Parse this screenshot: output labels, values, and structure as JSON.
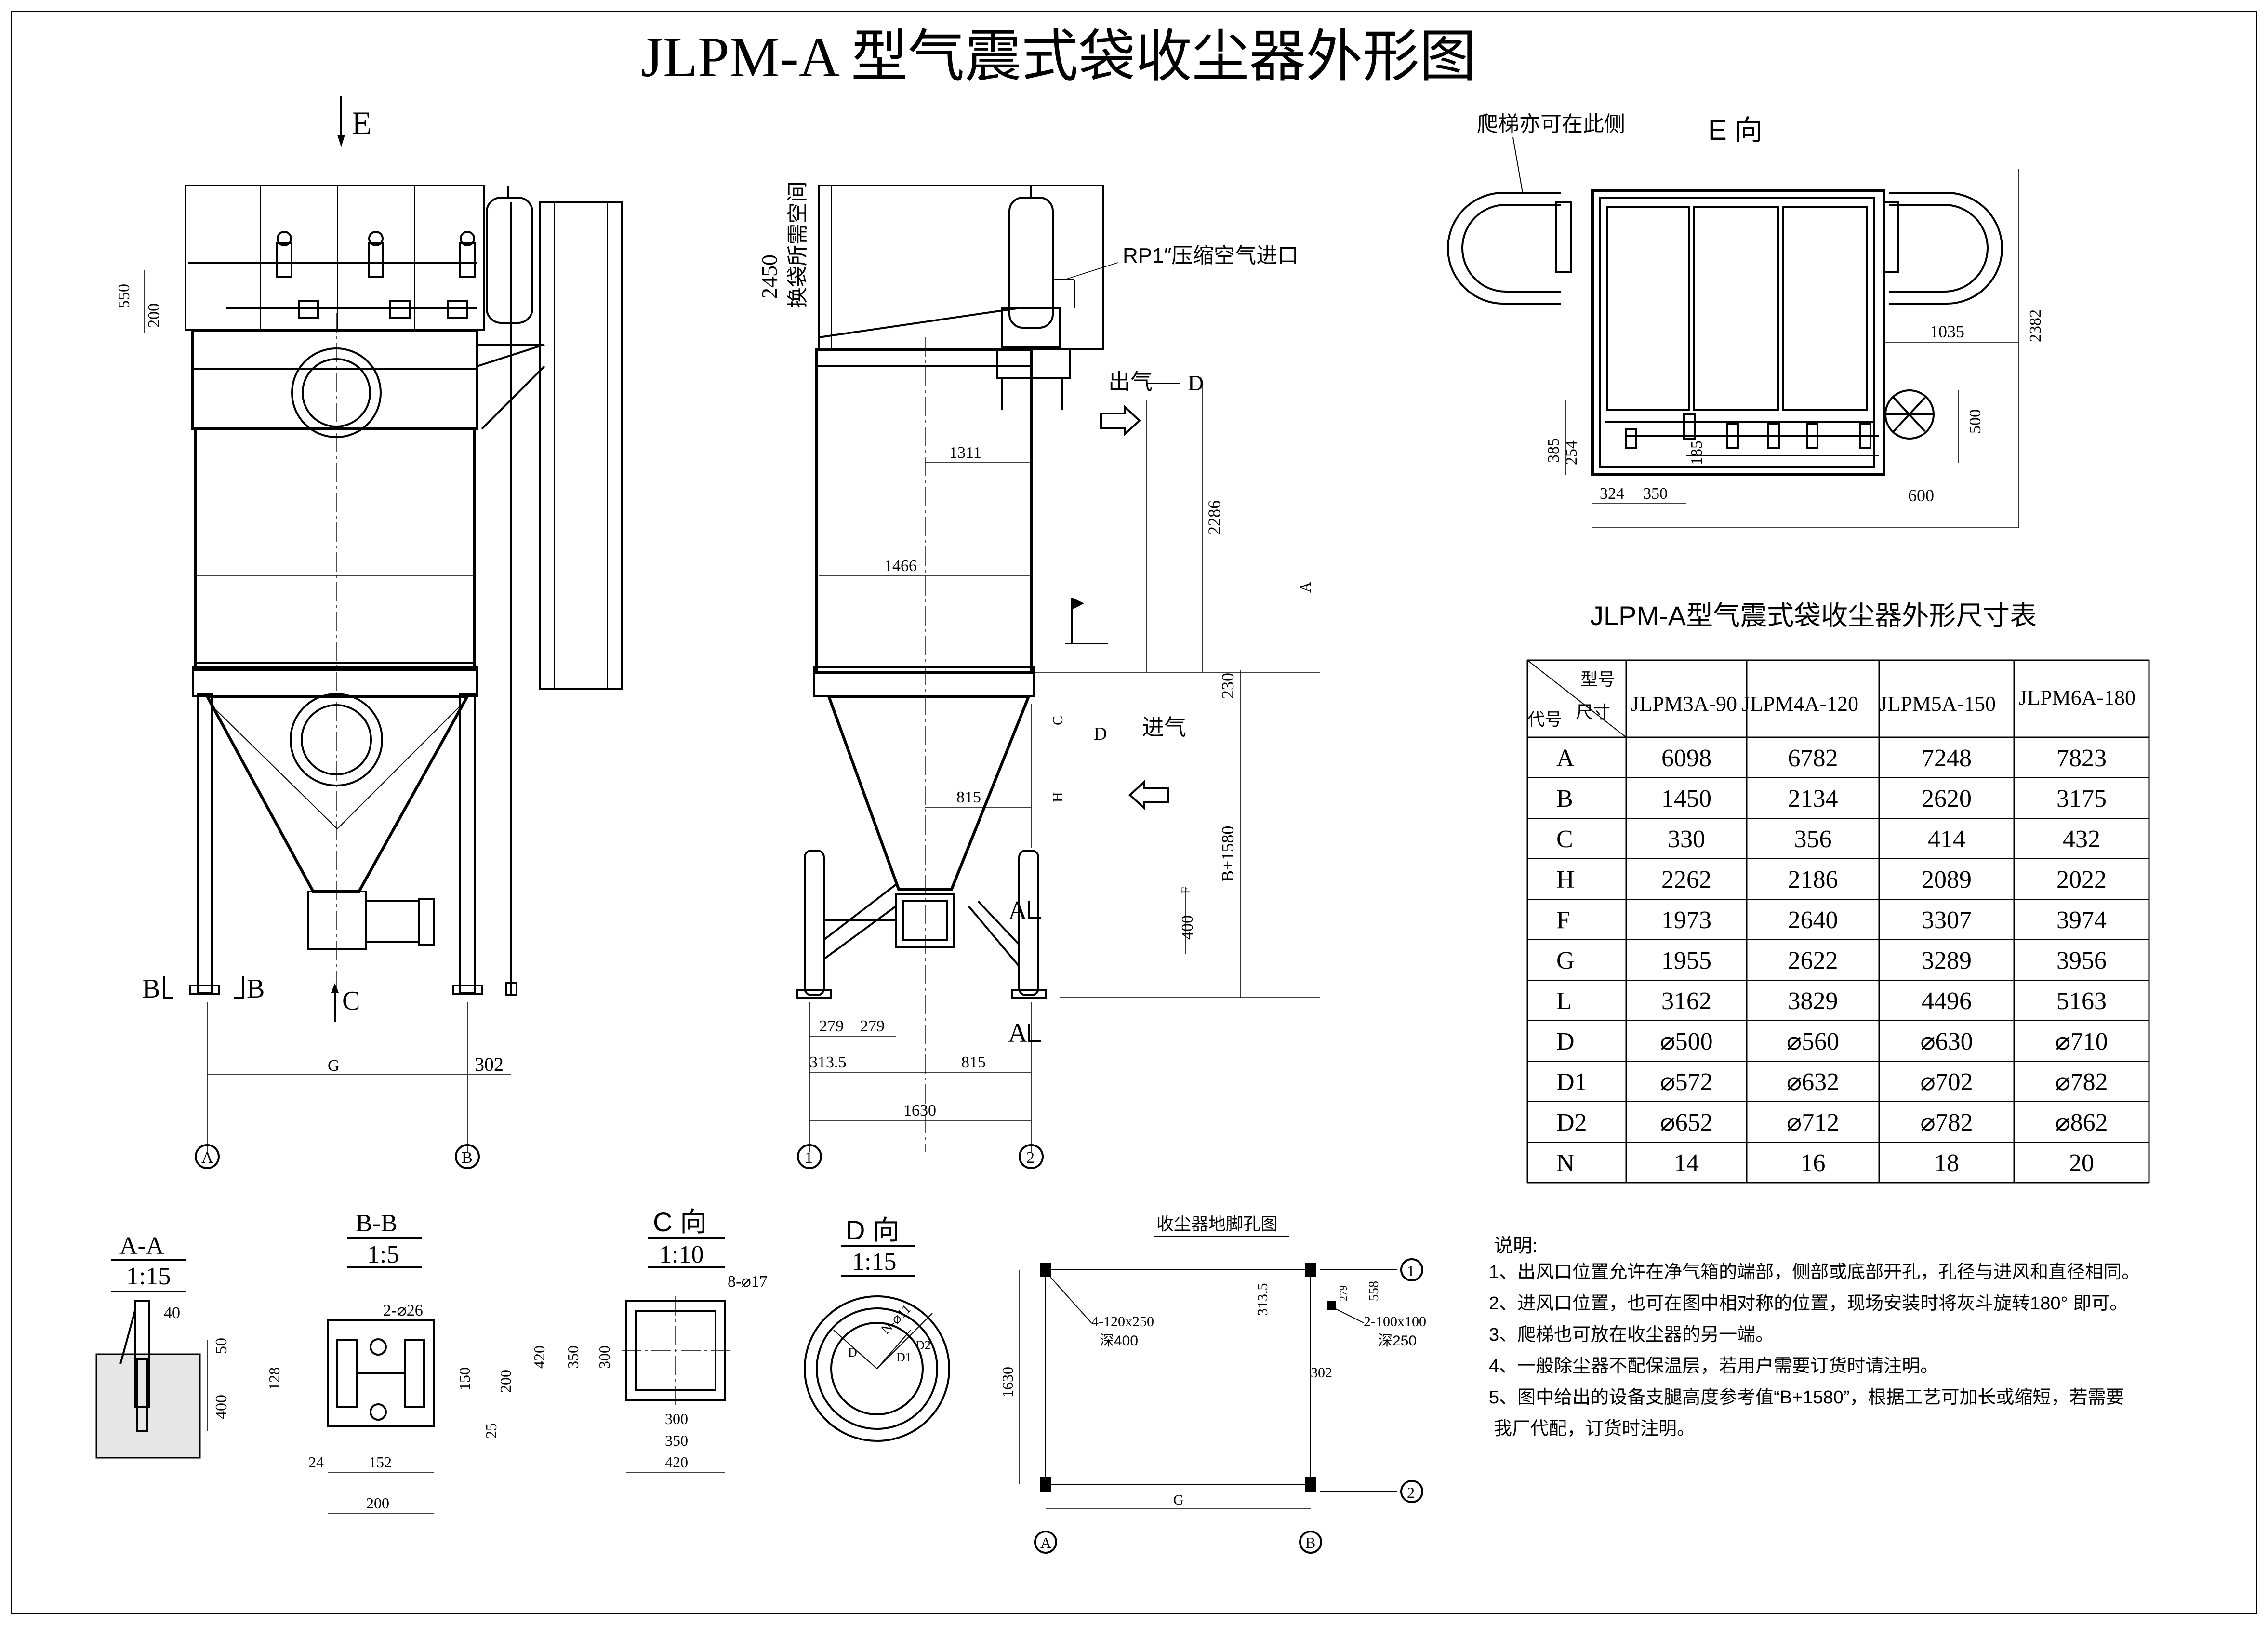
{
  "title": "JLPM-A  型气震式袋收尘器外形图",
  "front_view": {
    "view_e_arrow": "E",
    "dim_550": "550",
    "dim_200": "200",
    "dim_g": "G",
    "dim_302": "302",
    "section_b_left": "B",
    "section_b_right": "B",
    "view_c_arrow": "C",
    "axis_a": "A",
    "axis_b": "B"
  },
  "side_view": {
    "bag_space_value": "2450",
    "bag_space_label": "换袋所需空间",
    "compressed_air": "RP1″压缩空气进口",
    "outlet_label": "出气",
    "outlet_d": "D",
    "dim_1311": "1311",
    "dim_1466": "1466",
    "dim_2286": "2286",
    "dim_230": "230",
    "dim_a": "A",
    "dim_c": "C",
    "dim_h": "H",
    "inlet_d": "D",
    "inlet_label": "进气",
    "dim_815_upper": "815",
    "dim_b1580": "B+1580",
    "dim_400": "400",
    "dim_f": "F",
    "section_a_upper": "A",
    "section_a_lower": "A",
    "dim_279_left": "279",
    "dim_279_right": "279",
    "dim_313_5": "313.5",
    "dim_815_lower": "815",
    "dim_1630": "1630",
    "axis_1": "1",
    "axis_2": "2"
  },
  "e_view": {
    "ladder_note": "爬梯亦可在此侧",
    "title": "E 向",
    "dim_1035": "1035",
    "dim_l": "2382",
    "dim_500": "500",
    "dim_385": "385",
    "dim_254": "254",
    "dim_185": "185",
    "dim_324": "324",
    "dim_350": "350",
    "dim_600": "600"
  },
  "table": {
    "title": "JLPM-A型气震式袋收尘器外形尺寸表",
    "corner_model": "型号",
    "corner_size": "尺寸",
    "corner_code": "代号",
    "columns": [
      "JLPM3A-90",
      "JLPM4A-120",
      "JLPM5A-150",
      "JLPM6A-180"
    ],
    "rows": [
      {
        "code": "A",
        "values": [
          "6098",
          "6782",
          "7248",
          "7823"
        ]
      },
      {
        "code": "B",
        "values": [
          "1450",
          "2134",
          "2620",
          "3175"
        ]
      },
      {
        "code": "C",
        "values": [
          "330",
          "356",
          "414",
          "432"
        ]
      },
      {
        "code": "H",
        "values": [
          "2262",
          "2186",
          "2089",
          "2022"
        ]
      },
      {
        "code": "F",
        "values": [
          "1973",
          "2640",
          "3307",
          "3974"
        ]
      },
      {
        "code": "G",
        "values": [
          "1955",
          "2622",
          "3289",
          "3956"
        ]
      },
      {
        "code": "L",
        "values": [
          "3162",
          "3829",
          "4496",
          "5163"
        ]
      },
      {
        "code": "D",
        "values": [
          "⌀500",
          "⌀560",
          "⌀630",
          "⌀710"
        ]
      },
      {
        "code": "D1",
        "values": [
          "⌀572",
          "⌀632",
          "⌀702",
          "⌀782"
        ]
      },
      {
        "code": "D2",
        "values": [
          "⌀652",
          "⌀712",
          "⌀782",
          "⌀862"
        ]
      },
      {
        "code": "N",
        "values": [
          "14",
          "16",
          "18",
          "20"
        ]
      }
    ]
  },
  "section_aa": {
    "title": "A-A",
    "scale": "1:15",
    "dim_40": "40",
    "dim_50": "50",
    "dim_400": "400"
  },
  "section_bb": {
    "title": "B-B",
    "scale": "1:5",
    "holes": "2-⌀26",
    "dim_128": "128",
    "dim_150": "150",
    "dim_200_v": "200",
    "dim_25": "25",
    "dim_24": "24",
    "dim_152": "152",
    "dim_200_h": "200"
  },
  "view_c": {
    "title": "C 向",
    "scale": "1:10",
    "holes": "8-⌀17",
    "dim_420_v": "420",
    "dim_350_v": "350",
    "dim_300_v": "300",
    "dim_300_h": "300",
    "dim_350_h": "350",
    "dim_420_h": "420"
  },
  "view_d": {
    "title": "D 向",
    "scale": "1:15",
    "holes": "N-⌀11",
    "d": "D",
    "d1": "D1",
    "d2": "D2"
  },
  "foundation": {
    "title": "收尘器地脚孔图",
    "hole_large": "4-120x250",
    "hole_large_depth": "深400",
    "hole_small": "2-100x100",
    "hole_small_depth": "深250",
    "dim_313_5": "313.5",
    "dim_279": "279",
    "dim_558": "558",
    "dim_302": "302",
    "dim_1630": "1630",
    "dim_g": "G",
    "axis_1": "1",
    "axis_2": "2",
    "axis_a": "A",
    "axis_b": "B"
  },
  "notes": {
    "heading": "说明:",
    "items": [
      "1、出风口位置允许在净气箱的端部，侧部或底部开孔，孔径与进风和直径相同。",
      "2、进风口位置，也可在图中相对称的位置，现场安装时将灰斗旋转180° 即可。",
      "3、爬梯也可放在收尘器的另一端。",
      "4、一般除尘器不配保温层，若用户需要订货时请注明。",
      "5、图中给出的设备支腿高度参考值“B+1580”，根据工艺可加长或缩短，若需要",
      "我厂代配，订货时注明。"
    ]
  }
}
